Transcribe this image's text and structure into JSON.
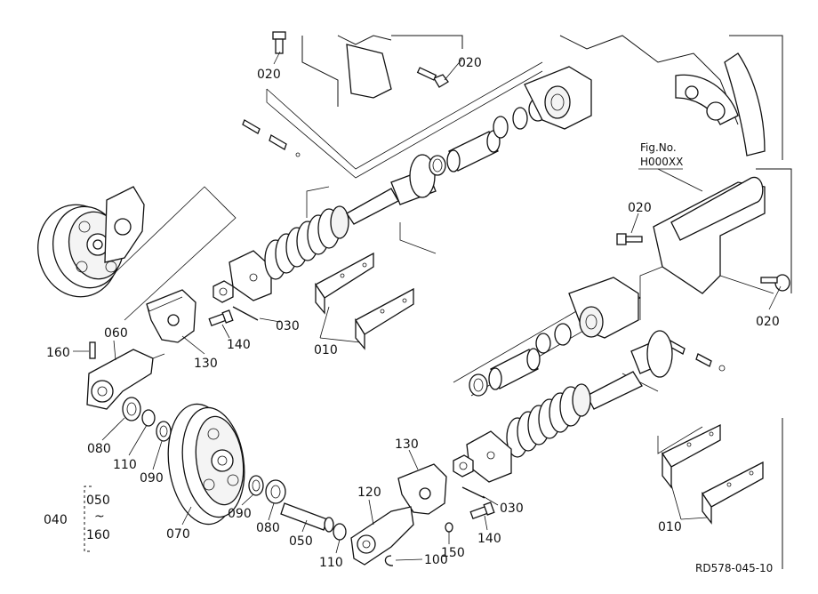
{
  "labels": {
    "l020a": "020",
    "l020b": "020",
    "l020c": "020",
    "l020d": "020",
    "l030a": "030",
    "l030b": "030",
    "l010a": "010",
    "l010b": "010",
    "l130a": "130",
    "l130b": "130",
    "l140a": "140",
    "l140b": "140",
    "l160": "160",
    "l060": "060",
    "l080a": "080",
    "l080b": "080",
    "l110a": "110",
    "l110b": "110",
    "l090a": "090",
    "l090b": "090",
    "l070": "070",
    "l050": "050",
    "l120": "120",
    "l150": "150",
    "l100": "100",
    "l040": "040",
    "range_top": "050",
    "range_sep": "~",
    "range_bot": "160"
  },
  "figref": {
    "line1": "Fig.No.",
    "line2": "H000XX"
  },
  "drawing_no": "RD578-045-10"
}
